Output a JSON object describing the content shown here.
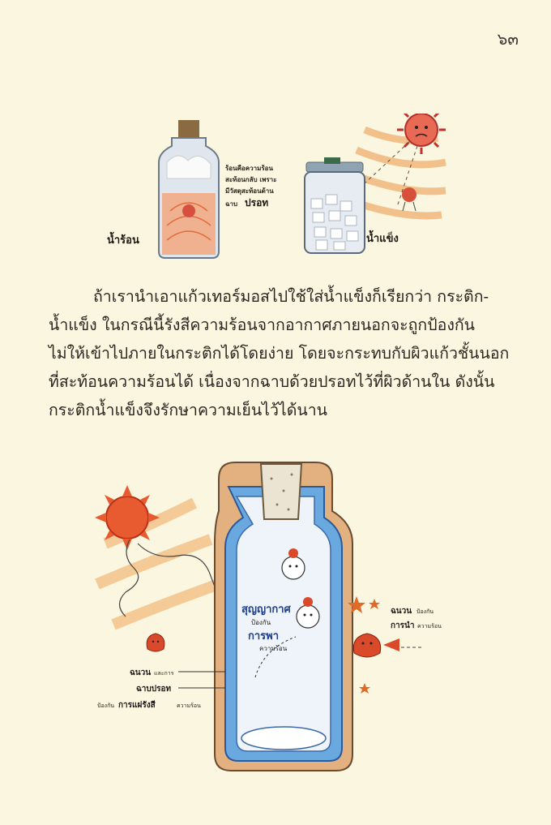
{
  "page": {
    "number": "๖๓"
  },
  "top_figure": {
    "hot_water_label": "น้ำร้อน",
    "ice_label": "น้ำแข็ง",
    "note_lines": [
      "ร้อนคือความร้อน",
      "สะท้อนกลับ เพราะ",
      "มีวัสดุสะท้อนด้าน",
      "ฉาบ"
    ],
    "note_emphasis": "ปรอท"
  },
  "paragraph": {
    "lines": [
      "ถ้าเรานำเอาแก้วเทอร์มอสไปใช้ใส่น้ำแข็งก็เรียกว่า กระติก-",
      "น้ำแข็ง  ในกรณีนี้รังสีความร้อนจากอากาศภายนอกจะถูกป้องกัน",
      "ไม่ให้เข้าไปภายในกระติกได้โดยง่าย โดยจะกระทบกับผิวแก้วชั้นนอก",
      "ที่สะท้อนความร้อนได้  เนื่องจากฉาบด้วยปรอทไว้ที่ผิวด้านใน  ดังนั้น",
      "กระติกน้ำแข็งจึงรักษาความเย็นไว้ได้นาน"
    ]
  },
  "bottom_figure": {
    "vacuum_label": "สุญญากาศ",
    "vacuum_sub1": "ป้องกัน",
    "vacuum_main2": "การพา",
    "vacuum_sub2": "ความร้อน",
    "insulation_label": "ฉนวน",
    "insulation_sub": "ป้องกัน",
    "insulation_label2": "การนำ",
    "insulation_sub2": "ความร้อน",
    "left_label1": "ฉนวน",
    "left_label1_sub": "และการ",
    "left_label2": "ฉาบปรอท",
    "left_label3_pre": "ป้องกัน",
    "left_label3": "การแผ่รังสี",
    "left_label3_sub": "ความร้อน"
  }
}
